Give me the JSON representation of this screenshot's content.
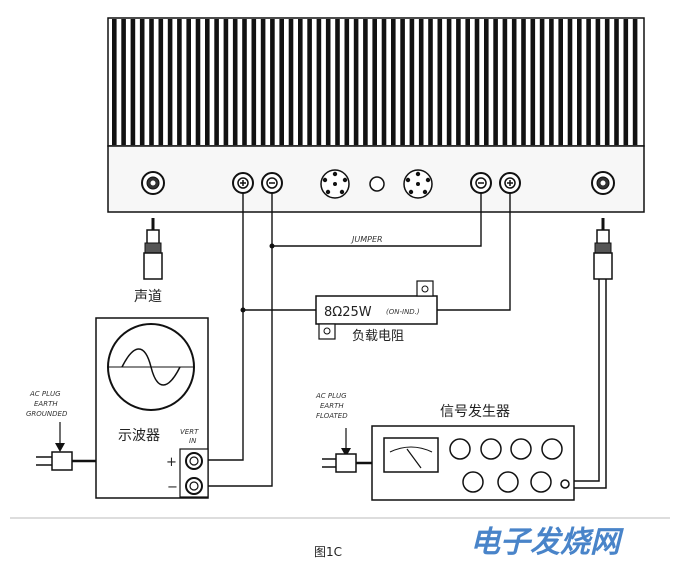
{
  "labels": {
    "jumper": "JUMPER",
    "channel": "声道",
    "resistor_value": "8Ω25W",
    "resistor_type": "(ON-IND.)",
    "load_resistor": "负载电阻",
    "oscilloscope": "示波器",
    "vert_in_1": "VERT",
    "vert_in_2": "IN",
    "plus": "+",
    "minus": "−",
    "signal_generator": "信号发生器",
    "ac_plug_left_1": "AC PLUG",
    "ac_plug_left_2": "EARTH",
    "ac_plug_left_3": "GROUNDED",
    "ac_plug_right_1": "AC PLUG",
    "ac_plug_right_2": "EARTH",
    "ac_plug_right_3": "FLOATED",
    "figure_caption": "图1C",
    "watermark": "电子发烧网"
  },
  "colors": {
    "line": "#1a1a1a",
    "fin": "#111111",
    "panel": "#f4f4f4",
    "watermark": "#2a6fc0"
  }
}
